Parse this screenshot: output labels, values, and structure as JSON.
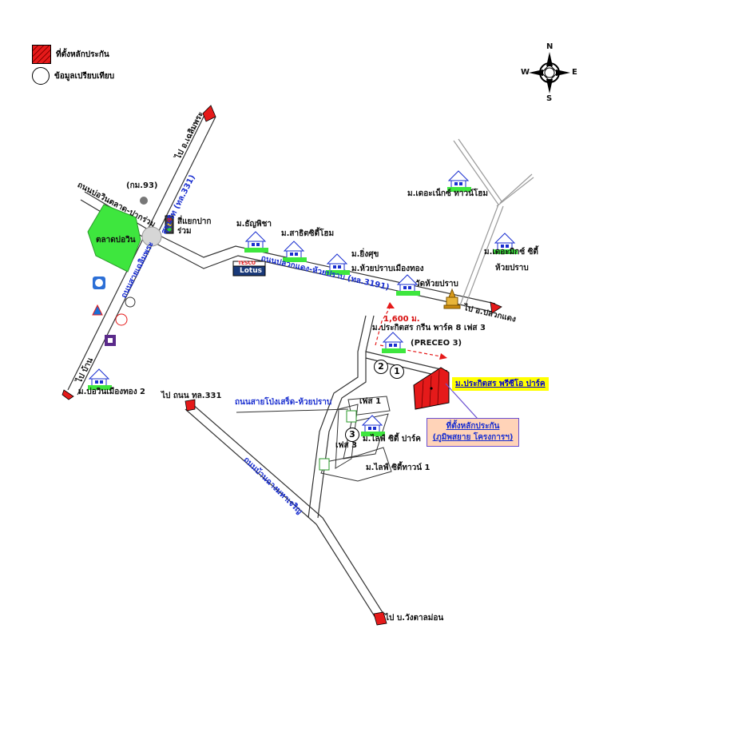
{
  "legend": {
    "site_label": "ที่ตั้งหลักประกัน",
    "comparison_label": "ข้อมูลเปรียบเทียบ"
  },
  "compass": {
    "n": "N",
    "s": "S",
    "e": "E",
    "w": "W"
  },
  "roads": {
    "chaloem_phrakiat_top": "ไป อ.เฉลิมพระ",
    "chaloem_phrakiat_vertical": "สุขุมวิท (ทล.331)",
    "ban_khai_top": "ถนนบ่อวินตลาด-ปากร่วม",
    "chaloem_phrakiat_lower": "ถนนสายเฉลิมพระ",
    "pluak_daeng_road": "ถนนปลวกแดง-ห้วยปราบ (ทล.3191)",
    "to_pluak_daeng": "ไป อ.ปลวกแดง",
    "to_pattaya": "ไป บ้าน",
    "to_331": "ไป ถนน ทล.331",
    "bypass": "ถนนบ้านฉางมหาเจริญ",
    "pong_road": "ถนนสายโป่งเสร็ด-ห้วยปราบ",
    "to_wang": "ไป บ.วังตาลม่อน"
  },
  "places": {
    "km93": "(กม.93)",
    "junction": "สี่แยกปากร่วม",
    "market": "ตลาดบ่อวิน",
    "thanya": "ม.ธัญพิชา",
    "sathit": "ม.สาธิตซิตี้โฮม",
    "yingsuk": "ม.ยิ่งศุข",
    "huaiprap": "ม.ห้วยปราบเมืองทอง",
    "wat": "วัดห้วยปราบ",
    "legacy_town": "ม.เดอะเน็กซ์ ทาวน์โฮม",
    "legacy_city": "ม.เดอะมิกซ์ ซิตี้",
    "legacy_city2": "ห้วยปราบ",
    "prakasit_green": "ม.ประกิตสร กรีน พาร์ค 8 เฟส 3",
    "preceo": "(PRECEO 3)",
    "distance": "1,600 ม.",
    "subject_project": "ม.ประกิตสร พรีซีโอ ปาร์ค",
    "callout_line1": "ที่ตั้งหลักประกัน",
    "callout_line2": "(ภูมิพสยาย โครงการฯ)",
    "phase1": "เฟส 1",
    "phase3": "เฟส 3",
    "life_city_park": "ม.ไลฟ์ ซิตี้ ปาร์ค",
    "life_city_town": "ม.ไลฟ์ ซิตี้ทาวน์ 1",
    "bowin_muangthong": "ม.บ่อวินเมืองทอง 2",
    "tesco_top": "TESCO",
    "tesco_bottom": "Lotus"
  },
  "markers": [
    "1",
    "2",
    "3"
  ],
  "colors": {
    "site_red": "#e51a1a",
    "market_green": "#3ee63e",
    "road_text_blue": "#1a2fd0",
    "highlight_yellow": "#ffff00",
    "callout_fill": "#ffd3b8"
  }
}
